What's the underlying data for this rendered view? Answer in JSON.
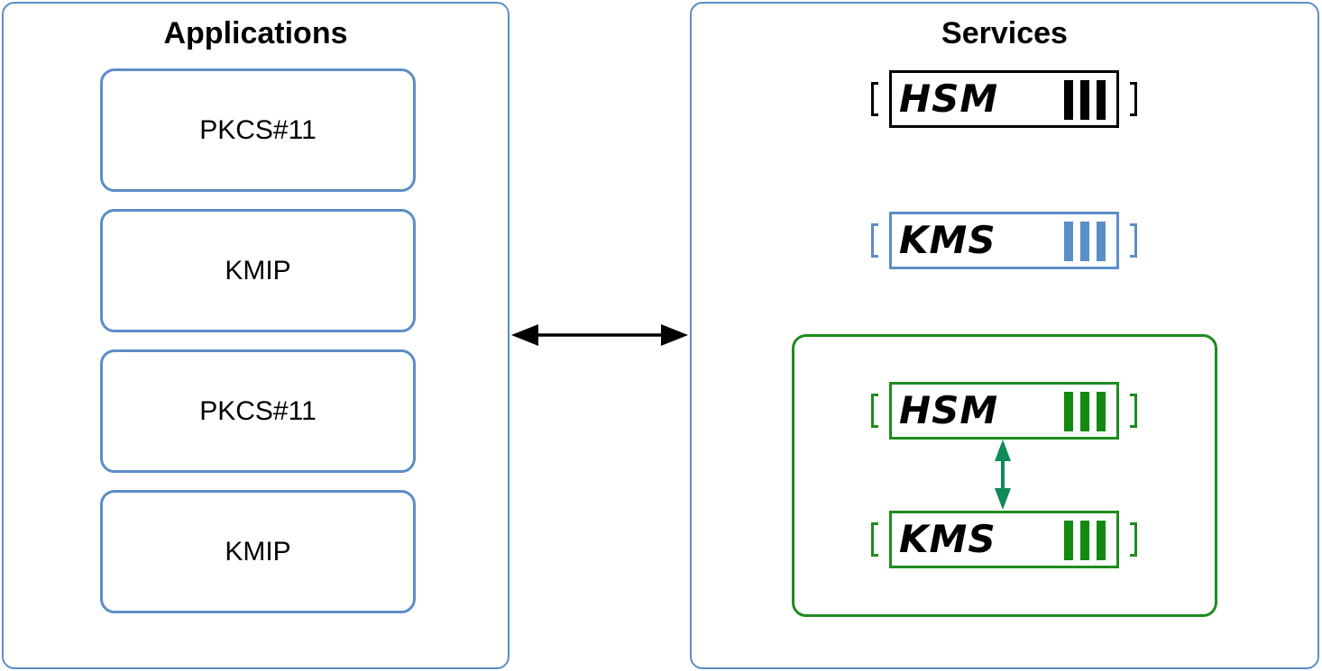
{
  "applications": {
    "title": "Applications",
    "items": [
      {
        "label": "PKCS#11"
      },
      {
        "label": "KMIP"
      },
      {
        "label": "PKCS#11"
      },
      {
        "label": "KMIP"
      }
    ]
  },
  "services": {
    "title": "Services",
    "devices": [
      {
        "label": "HSM",
        "color": "#000000",
        "bar_color": "#000000"
      },
      {
        "label": "KMS",
        "color": "#5b8ec7",
        "bar_color": "#5b8ec7"
      }
    ],
    "group": {
      "color": "#1e8c1e",
      "arrow_color": "#0f8a5a",
      "devices": [
        {
          "label": "HSM",
          "color": "#1e8c1e",
          "bar_color": "#128a12"
        },
        {
          "label": "KMS",
          "color": "#1e8c1e",
          "bar_color": "#128a12"
        }
      ]
    }
  },
  "connector": {
    "type": "bidirectional-arrow",
    "color": "#000000"
  }
}
